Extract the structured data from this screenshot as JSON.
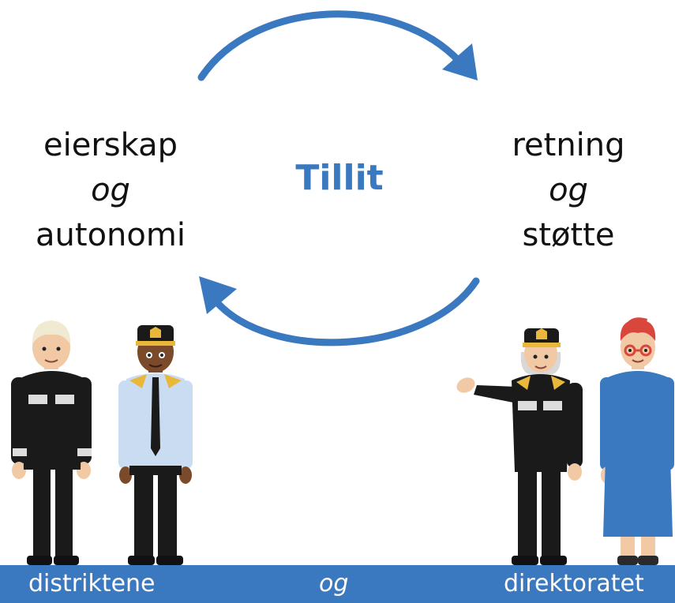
{
  "diagram": {
    "center": "Tillit",
    "left": {
      "line1": "eierskap",
      "line2": "og",
      "line3": "autonomi"
    },
    "right": {
      "line1": "retning",
      "line2": "og",
      "line3": "støtte"
    }
  },
  "footer": {
    "left": "distriktene",
    "middle": "og",
    "right": "direktoratet"
  },
  "colors": {
    "accent_blue": "#3a78c0",
    "uniform_black": "#1a1a1a",
    "shirt_light_blue": "#c9dcf2",
    "dress_blue": "#3a78c0",
    "hair_red": "#d8463c",
    "skin_light": "#f1c9a5",
    "skin_dark": "#7a4a2a",
    "gold": "#e9b73a"
  },
  "icons": [
    "cycle-arrow-top-icon",
    "cycle-arrow-bottom-icon",
    "police-officer-figure",
    "officer-light-shirt-figure",
    "senior-officer-waving-figure",
    "woman-blue-dress-figure"
  ]
}
